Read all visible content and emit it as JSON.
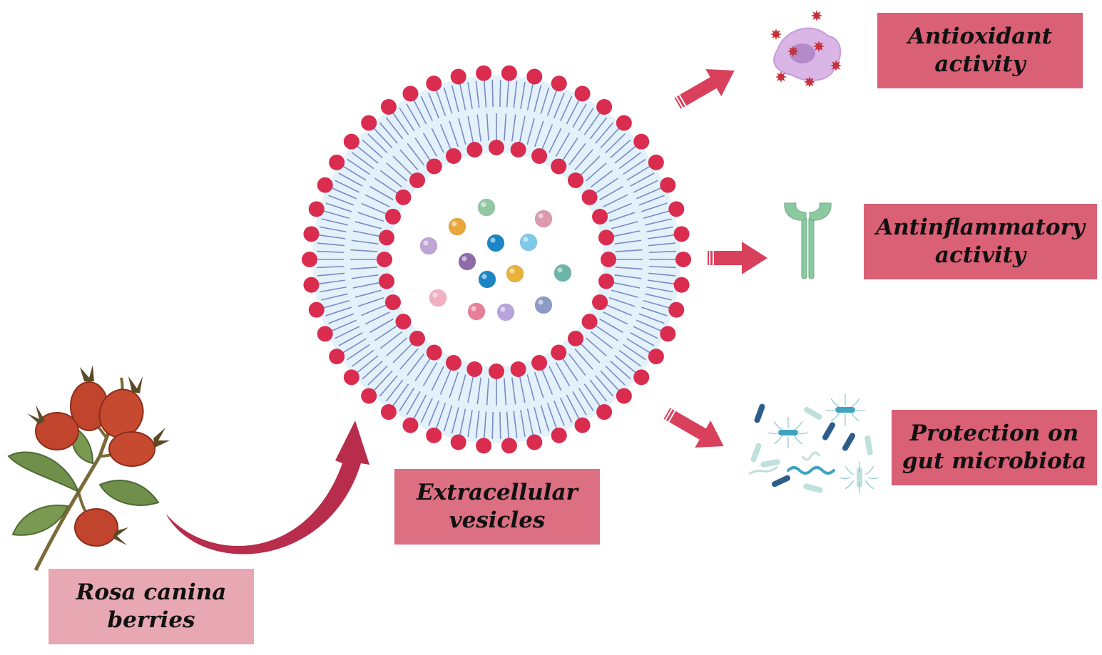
{
  "colors": {
    "box_fill": "#d96075",
    "box_fill_light": "#e8a8b3",
    "arrow": "#d9405c",
    "curved_arrow": "#b82c4c",
    "lipid_head": "#d92c4f",
    "lipid_tail": "#7b89c6",
    "membrane_fill": "#e3f1fa",
    "receptor": "#8cc9a0",
    "bacteria": "#6bb8c4"
  },
  "labels": {
    "rosa": "Rosa canina\nberries",
    "ev": "Extracellular\nvesicles",
    "antiox": "Antioxidant\nactivity",
    "antiinf": "Antinflammatory\nactivity",
    "gut": "Protection on\ngut microbiota"
  },
  "cargo_colors": [
    "#e49aae",
    "#c0a4d6",
    "#e9b23a",
    "#1c86c4",
    "#7ec9e8",
    "#8f6aa8",
    "#93c6a3",
    "#6db5a8",
    "#8c9cc6",
    "#f2b0c3"
  ]
}
